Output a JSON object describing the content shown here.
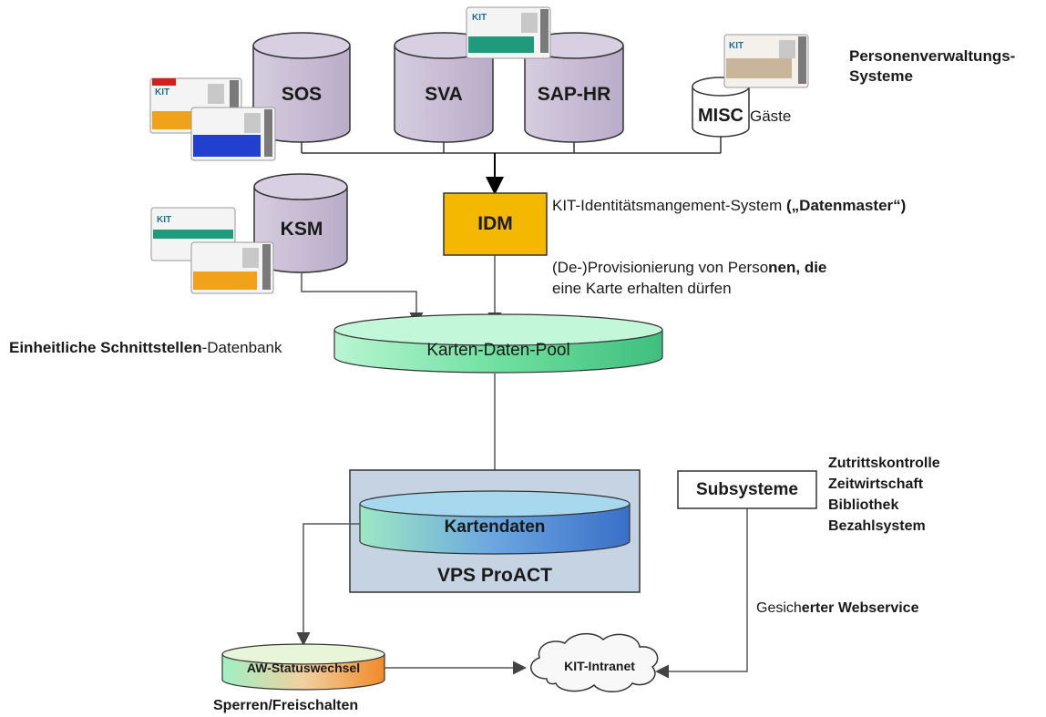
{
  "systems": {
    "sos": "SOS",
    "sva": "SVA",
    "saphr": "SAP-HR",
    "misc": "MISC",
    "misc_note": "Gäste",
    "ksm": "KSM"
  },
  "personnel_label_line1": "Personenverwaltungs-",
  "personnel_label_line2": "Systeme",
  "idm": {
    "box": "IDM",
    "desc_plain": "KIT-Identitätsmangement-System",
    "desc_bold": " („Datenmaster“)"
  },
  "provisioning": {
    "line1_plain": "(De-)Provisionierung von Perso",
    "line1_bold": "nen, die",
    "line2": "eine Karte erhalten dürfen"
  },
  "pool": {
    "label": "Karten-Daten-Pool",
    "desc_bold": "Einheitliche Schnittstellen",
    "desc_plain": "-Datenbank"
  },
  "vps": {
    "inner": "Kartendaten",
    "title": "VPS ProACT"
  },
  "subsystems": {
    "box": "Subsysteme",
    "items": [
      "Zutrittskontrolle",
      "Zeitwirtschaft",
      "Bibliothek",
      "Bezahlsystem"
    ]
  },
  "webservice": {
    "plain": "Gesich",
    "bold": "erter Webservice"
  },
  "aw": {
    "label": "AW-Statuswechsel",
    "caption": "Sperren/Freischalten"
  },
  "intranet": "KIT-Intranet",
  "card_logo": "KIT",
  "colors": {
    "db_fill": "#c9bfd4",
    "idm_fill": "#f5b800",
    "pool_fill": "#8ee8b4",
    "vps_bg": "#c5d3e3",
    "karten_fill": "#5b8fd6",
    "card_green": "#1f9a7a",
    "card_orange": "#f0a21a",
    "card_blue": "#2140d0"
  }
}
